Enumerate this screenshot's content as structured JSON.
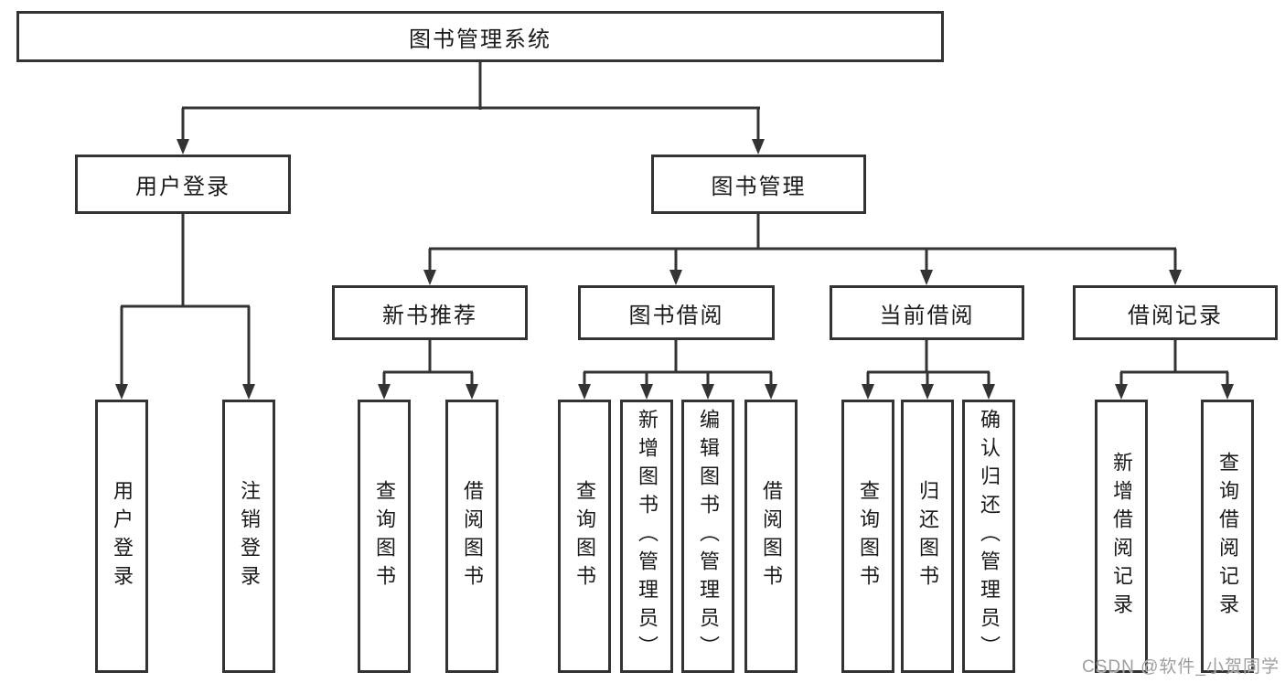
{
  "diagram": {
    "type": "hierarchy-tree",
    "title": "图书管理系统",
    "watermark": "CSDN @软件_小贺同学",
    "colors": {
      "background": "#ffffff",
      "line": "#333333",
      "box_border": "#333333",
      "text": "#1a1a1a",
      "watermark_text": "#9e9e9e"
    },
    "nodes": {
      "root": {
        "label": "图书管理系统"
      },
      "user_login_branch": {
        "label": "用户登录"
      },
      "book_management": {
        "label": "图书管理"
      },
      "new_book_recommend": {
        "label": "新书推荐"
      },
      "book_borrowing": {
        "label": "图书借阅"
      },
      "current_borrowing": {
        "label": "当前借阅"
      },
      "borrowing_records": {
        "label": "借阅记录"
      },
      "user_login": {
        "label": "用户登录"
      },
      "logout": {
        "label": "注销登录"
      },
      "query_books_recommend": {
        "label": "查询图书"
      },
      "borrow_books_recommend": {
        "label": "借阅图书"
      },
      "query_books_borrowing": {
        "label": "查询图书"
      },
      "add_books_admin": {
        "label": "新增图书（管理员）"
      },
      "edit_books_admin": {
        "label": "编辑图书（管理员）"
      },
      "borrow_books_borrowing": {
        "label": "借阅图书"
      },
      "query_books_current": {
        "label": "查询图书"
      },
      "return_books": {
        "label": "归还图书"
      },
      "confirm_return_admin": {
        "label": "确认归还（管理员）"
      },
      "add_borrowing_record": {
        "label": "新增借阅记录"
      },
      "query_borrowing_record": {
        "label": "查询借阅记录"
      }
    },
    "structure": [
      {
        "parent": "root",
        "children": [
          "user_login_branch",
          "book_management"
        ]
      },
      {
        "parent": "user_login_branch",
        "children": [
          "user_login",
          "logout"
        ]
      },
      {
        "parent": "book_management",
        "children": [
          "new_book_recommend",
          "book_borrowing",
          "current_borrowing",
          "borrowing_records"
        ]
      },
      {
        "parent": "new_book_recommend",
        "children": [
          "query_books_recommend",
          "borrow_books_recommend"
        ]
      },
      {
        "parent": "book_borrowing",
        "children": [
          "query_books_borrowing",
          "add_books_admin",
          "edit_books_admin",
          "borrow_books_borrowing"
        ]
      },
      {
        "parent": "current_borrowing",
        "children": [
          "query_books_current",
          "return_books",
          "confirm_return_admin"
        ]
      },
      {
        "parent": "borrowing_records",
        "children": [
          "add_borrowing_record",
          "query_borrowing_record"
        ]
      }
    ]
  }
}
